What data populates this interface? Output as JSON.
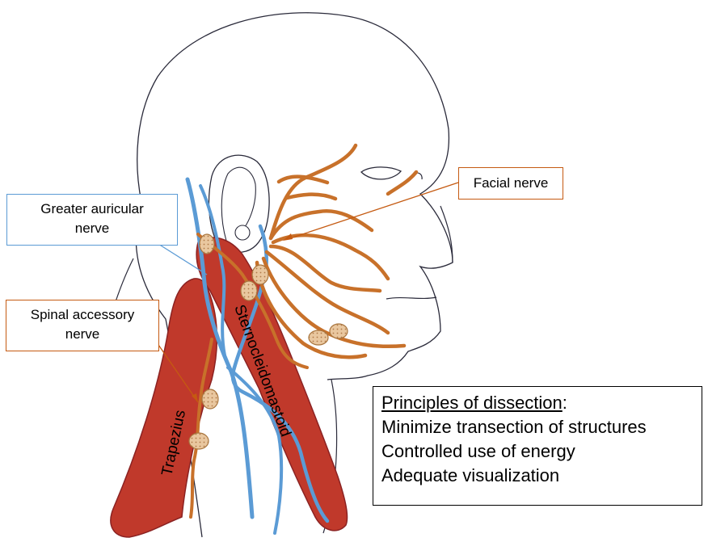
{
  "labels": {
    "greater_auricular": [
      "Greater auricular",
      "nerve"
    ],
    "spinal_accessory": [
      "Spinal accessory",
      "nerve"
    ],
    "facial_nerve": "Facial nerve",
    "sternocleidomastoid": "Sternocleidomastoid",
    "trapezius": "Trapezius"
  },
  "principles": {
    "heading": "Principles of dissection",
    "heading_suffix": ":",
    "items": [
      "Minimize transection of structures",
      "Controlled use of energy",
      "Adequate visualization"
    ]
  },
  "colors": {
    "muscle": "#c0392b",
    "muscle_dark": "#8b2222",
    "nerve": "#c8712a",
    "vein": "#5b9bd5",
    "node_fill": "#e8c49a",
    "outline": "#2a2a3a"
  }
}
